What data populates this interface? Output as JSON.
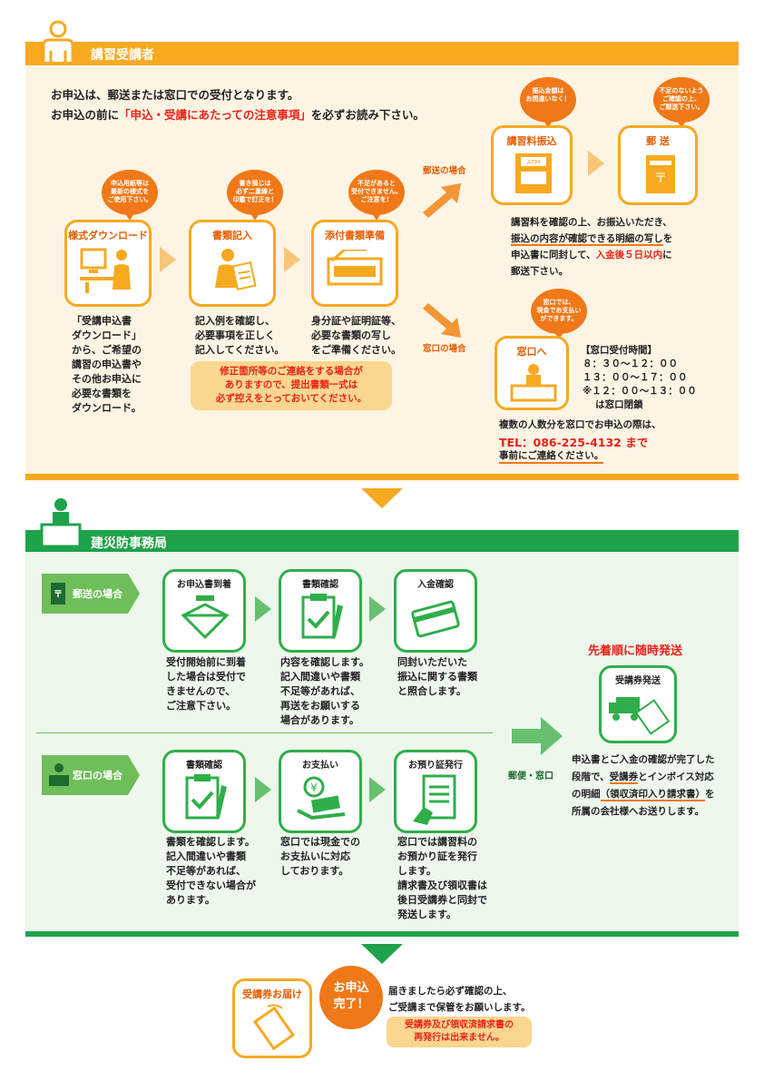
{
  "section1": {
    "title": "講習受講者",
    "intro_line1": "お申込は、郵送または窓口での受付となります。",
    "intro_line2_a": "お申込の前に",
    "intro_line2_b": "「申込・受講にあたっての注意事項」",
    "intro_line2_c": "を必ずお読み下さい。",
    "steps": [
      {
        "label": "様式ダウンロード",
        "bubble": "申込用紙等は\n最新の様式を\nご使用下さい。",
        "desc": "「受講申込書\nダウンロード」\nから、ご希望の\n講習の申込書や\nその他お申込に\n必要な書類を\nダウンロード。"
      },
      {
        "label": "書類記入",
        "bubble": "書き損じは\n必ず二重線と\n印鑑で訂正を！",
        "desc": "記入例を確認し、\n必要事項を正しく\n記入してください。"
      },
      {
        "label": "添付書類準備",
        "bubble": "不足があると\n受付できません。\nご注意を！",
        "desc": "身分証や証明証等、\n必要な書類の写し\nをご準備ください。"
      }
    ],
    "notice": "修正箇所等のご連絡をする場合が\nありますので、提出書類一式は\n必ず控えをとっておいてください。",
    "mail_route": "郵送の場合",
    "window_route": "窓口の場合",
    "furikomi": {
      "label": "講習料振込",
      "bubble": "振込金額は\nお間違いなく！"
    },
    "yuso": {
      "label": "郵 送",
      "bubble": "不足のないよう\nご確認の上、\nご郵送下さい。"
    },
    "mail_desc_1": "講習料を確認の上、お振込いただき、",
    "mail_desc_2": "振込の内容が確認できる明細の写し",
    "mail_desc_2b": "を",
    "mail_desc_3a": "申込書に同封して、",
    "mail_desc_3b": "入金後５日以内",
    "mail_desc_3c": "に",
    "mail_desc_4": "郵送下さい。",
    "madoguchi": {
      "label": "窓口へ",
      "bubble": "窓口では、\n現金でお支払い\nができます。"
    },
    "hours_title": "【窓口受付時間】",
    "hours": "８：３０～１２：００\n１３：００～１７：００\n※１２：００～１３：００\n　 は窓口閉鎖",
    "group_note": "複数の人数分を窓口でお申込の際は、",
    "tel": "TEL：086-225-4132 まで",
    "tel_note": "事前にご連絡ください。"
  },
  "section2": {
    "title": "建災防事務局",
    "mail_tag": "郵送の場合",
    "window_tag": "窓口の場合",
    "mail_steps": [
      {
        "label": "お申込書到着",
        "desc": "受付開始前に到着\nした場合は受付で\nきませんので、\nご注意下さい。"
      },
      {
        "label": "書類確認",
        "desc": "内容を確認します。\n記入間違いや書類\n不足等があれば、\n再送をお願いする\n場合があります。"
      },
      {
        "label": "入金確認",
        "desc": "同封いただいた\n振込に関する書類\nと照合します。"
      }
    ],
    "window_steps": [
      {
        "label": "書類確認",
        "desc": "書類を確認します。\n記入間違いや書類\n不足等があれば、\n受付できない場合が\nあります。"
      },
      {
        "label": "お支払い",
        "desc": "窓口では現金での\nお支払いに対応\nしております。"
      },
      {
        "label": "お預り証発行",
        "desc": "窓口では講習料の\nお預かり証を発行\nします。\n請求書及び領収書は\n後日受講券と同封で\n発送します。"
      }
    ],
    "both_label": "郵便・窓口",
    "send_title": "先着順に随時発送",
    "send_box": "受講券発送",
    "send_desc_1": "申込書とご入金の確認が完了した",
    "send_desc_2a": "段階で、",
    "send_desc_2b": "受講券",
    "send_desc_2c": "とインボイス対応",
    "send_desc_3a": "の明細",
    "send_desc_3b": "（領収済印入り請求書）",
    "send_desc_3c": "を",
    "send_desc_4": "所属の会社様へお送りします。"
  },
  "final": {
    "box": "受講券お届け",
    "badge": "お申込\n完了！",
    "text1": "届きましたら必ず確認の上、",
    "text2": "ご受講まで保管をお願いします。",
    "notice": "受講券及び領収済請求書の\n再発行は出来ません。"
  },
  "colors": {
    "orange": "#f7a920",
    "green": "#1ea24a",
    "red": "#e8231a"
  }
}
